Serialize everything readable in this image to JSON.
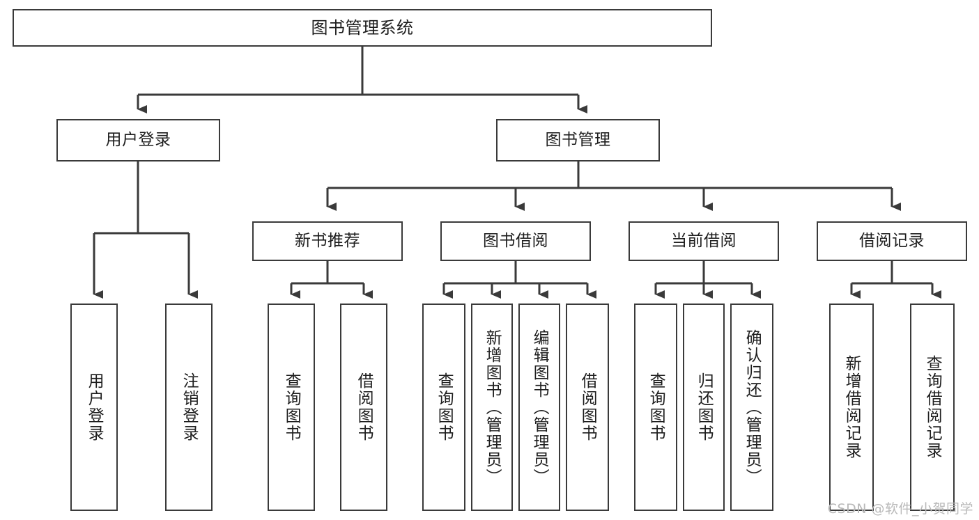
{
  "diagram": {
    "title": "图书管理系统",
    "type": "tree-hierarchy",
    "root": {
      "label": "图书管理系统"
    },
    "level2": [
      {
        "label": "用户登录"
      },
      {
        "label": "图书管理"
      }
    ],
    "level3": [
      {
        "label": "新书推荐"
      },
      {
        "label": "图书借阅"
      },
      {
        "label": "当前借阅"
      },
      {
        "label": "借阅记录"
      }
    ],
    "leaves": {
      "user_login": [
        {
          "label": "用户登录"
        },
        {
          "label": "注销登录"
        }
      ],
      "new_book_recommend": [
        {
          "label": "查询图书"
        },
        {
          "label": "借阅图书"
        }
      ],
      "book_borrow": [
        {
          "label": "查询图书"
        },
        {
          "label": "新增图书（管理员）"
        },
        {
          "label": "编辑图书（管理员）"
        },
        {
          "label": "借阅图书"
        }
      ],
      "current_borrow": [
        {
          "label": "查询图书"
        },
        {
          "label": "归还图书"
        },
        {
          "label": "确认归还（管理员）"
        }
      ],
      "borrow_record": [
        {
          "label": "新增借阅记录"
        },
        {
          "label": "查询借阅记录"
        }
      ]
    }
  },
  "watermark": {
    "text": "CSDN @软件_小贺同学"
  },
  "colors": {
    "stroke": "#3a3a3a",
    "text": "#1e1e1e",
    "background": "#ffffff",
    "watermark": "#b9b9b9"
  }
}
